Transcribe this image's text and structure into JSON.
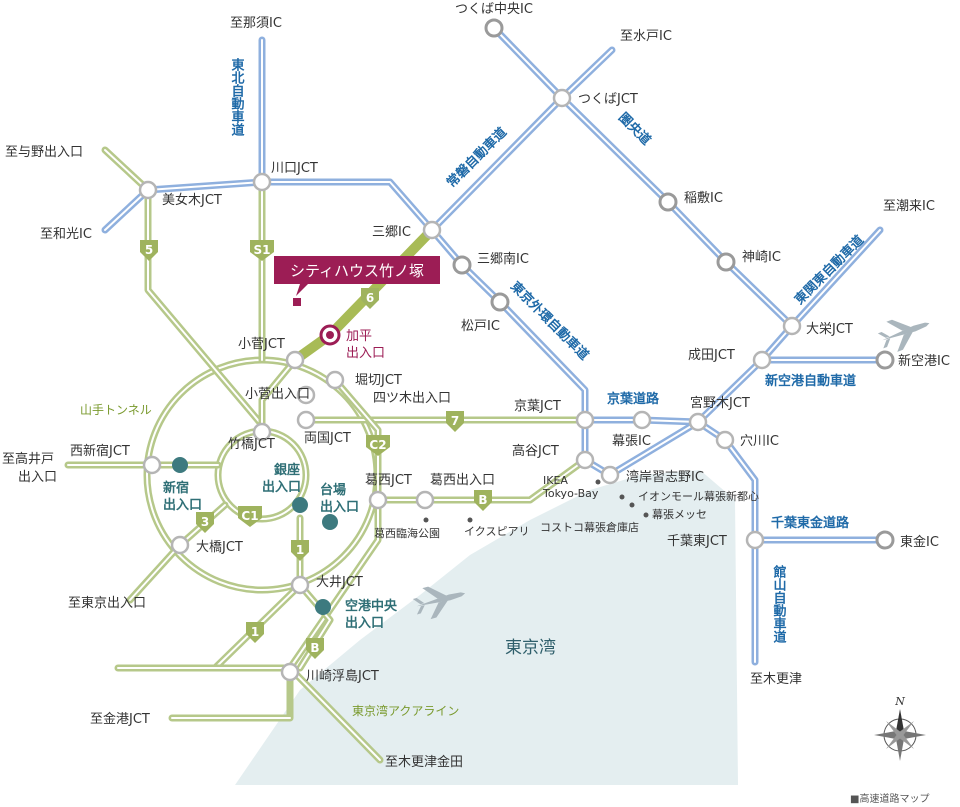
{
  "map": {
    "bay_label": "東京湾",
    "corner_note": "■高速道路マップ",
    "compass_letter": "N"
  },
  "property": {
    "name": "シティハウス竹ノ塚",
    "entrance_label_1": "加平",
    "entrance_label_2": "出入口"
  },
  "places": {
    "nasu": "至那須IC",
    "tsukuba_chuo": "つくば中央IC",
    "mito": "至水戸IC",
    "tsukuba_jct": "つくばJCT",
    "yono": "至与野出入口",
    "bijogi": "美女木JCT",
    "kawaguchi": "川口JCT",
    "wako": "至和光IC",
    "misato_ic": "三郷IC",
    "misato_minami": "三郷南IC",
    "inashiki": "稲敷IC",
    "itako": "至潮来IC",
    "kozaki": "神崎IC",
    "matsudo": "松戸IC",
    "kosuge_jct": "小菅JCT",
    "horikiri": "堀切JCT",
    "kosuge_exit": "小菅出入口",
    "yotsugi": "四ツ木出入口",
    "ohei": "大栄JCT",
    "narita": "成田JCT",
    "shinkuko": "新空港IC",
    "yamate_tunnel": "山手トンネル",
    "keiyo_jct": "京葉JCT",
    "miyanogi": "宮野木JCT",
    "takebashi": "竹橋JCT",
    "ryogoku": "両国JCT",
    "nishishinjuku": "西新宿JCT",
    "takaido_1": "至高井戸",
    "takaido_2": "出入口",
    "takaya": "高谷JCT",
    "makuhari": "幕張IC",
    "anagawa": "穴川IC",
    "kasai_jct": "葛西JCT",
    "kasai_exit": "葛西出入口",
    "wangan_narashino": "湾岸習志野IC",
    "ikea_1": "IKEA",
    "ikea_2": "Tokyo-Bay",
    "aeon": "イオンモール幕張新都心",
    "costco": "コストコ幕張倉庫店",
    "messe": "幕張メッセ",
    "kasai_park": "葛西臨海公園",
    "ikspiari": "イクスピアリ",
    "chiba_higashi": "千葉東JCT",
    "togane": "東金IC",
    "ohashi": "大橋JCT",
    "tokyo_exit": "至東京出入口",
    "oi": "大井JCT",
    "kisarazu": "至木更津",
    "kawasaki_ukishima": "川崎浮島JCT",
    "kanagawa": "至金港JCT",
    "aqualine": "東京湾アクアライン",
    "kisarazu_kaneda": "至木更津金田"
  },
  "exits": {
    "shinjuku_1": "新宿",
    "shinjuku_2": "出入口",
    "ginza_1": "銀座",
    "ginza_2": "出入口",
    "daiba_1": "台場",
    "daiba_2": "出入口",
    "airport_1": "空港中央",
    "airport_2": "出入口"
  },
  "expressways": {
    "tohoku": "東北自動車道",
    "joban": "常磐自動車道",
    "ken_o": "圏央道",
    "gaikan": "東京外環自動車道",
    "higashi_kanto": "東関東自動車道",
    "shinkuko": "新空港自動車道",
    "keiyo": "京葉道路",
    "chiba_togane": "千葉東金道路",
    "tateyama": "館山自動車道"
  },
  "route_numbers": {
    "r5": "5",
    "s1": "S1",
    "r6": "6",
    "r7": "7",
    "c2": "C2",
    "c1": "C1",
    "r3": "3",
    "r1": "1",
    "rb": "B",
    "rb2": "B",
    "r1b": "1"
  },
  "colors": {
    "shuto_green": "#b6c88a",
    "nexco_blue": "#8fb0de",
    "highlight": "#a8bb56",
    "property_marker": "#9c1d55",
    "exit_dot": "#3d7a7f",
    "bay": "#e4eef0"
  }
}
